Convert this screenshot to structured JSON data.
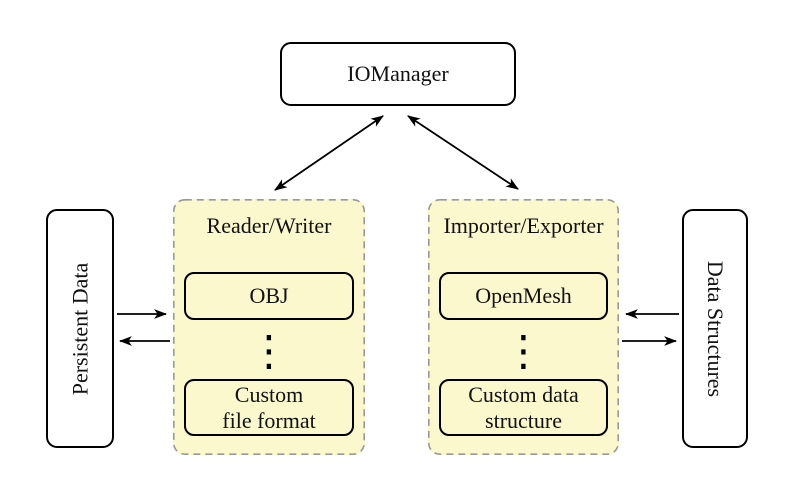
{
  "diagram": {
    "iomanager_label": "IOManager",
    "persistent_data_label": "Persistent Data",
    "data_structures_label": "Data Structures",
    "reader_writer": {
      "label": "Reader/Writer",
      "top_box_label": "OBJ",
      "bottom_box_line1": "Custom",
      "bottom_box_line2": "file format"
    },
    "importer_exporter": {
      "label": "Importer/Exporter",
      "top_box_label": "OpenMesh",
      "bottom_box_line1": "Custom data",
      "bottom_box_line2": "structure"
    }
  },
  "icons": {
    "vertical_dots": "⋮"
  },
  "colors": {
    "background": "#ffffff",
    "panel_fill": "#fbf8ce",
    "panel_border": "#999999",
    "node_fill": "#ffffff",
    "node_border": "#000000",
    "arrow": "#000000",
    "text": "#111111"
  }
}
